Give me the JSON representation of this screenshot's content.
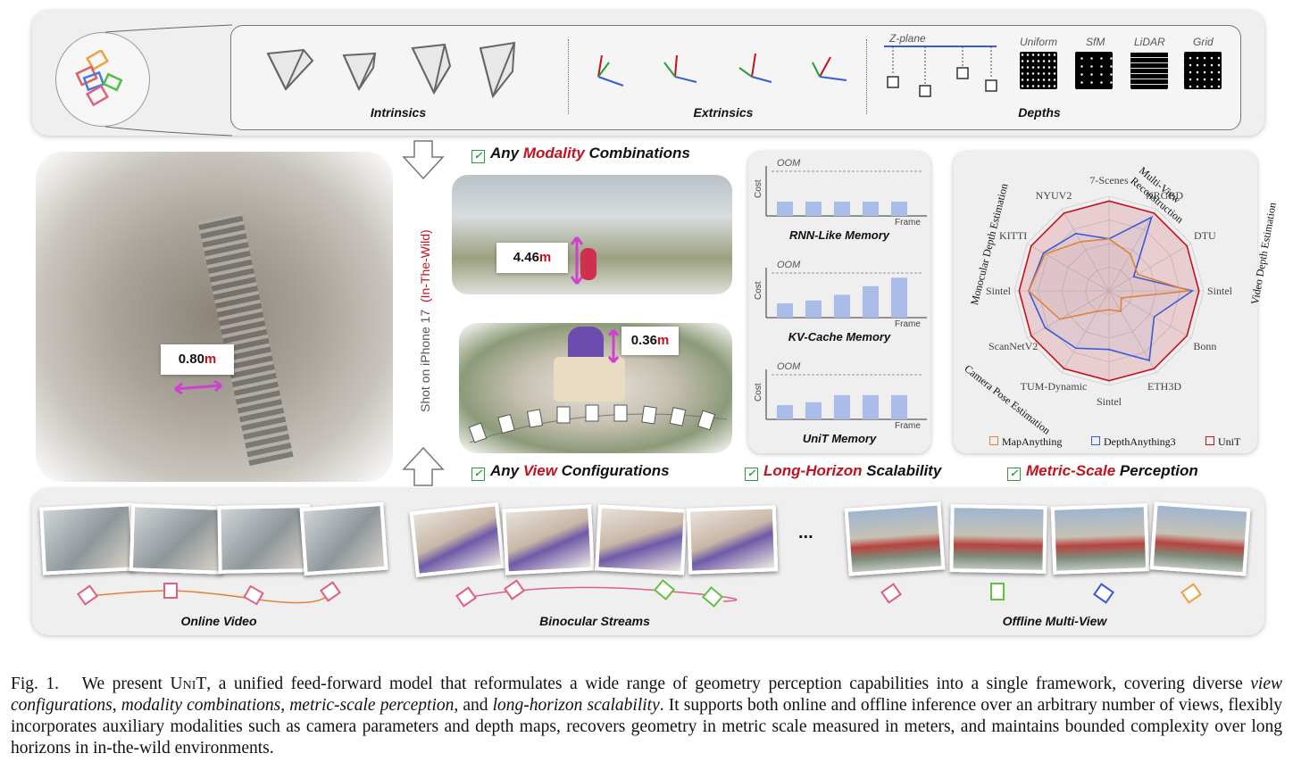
{
  "top_panel": {
    "intrinsics_label": "Intrinsics",
    "extrinsics_label": "Extrinsics",
    "depths_label": "Depths",
    "zplane_label": "Z-plane",
    "depth_types": [
      "Uniform",
      "SfM",
      "LiDAR",
      "Grid"
    ]
  },
  "middle": {
    "shot_label": "Shot on iPhone 17",
    "shot_label_red": "(In-The-Wild)",
    "measure_left": "0.80",
    "measure_top": "4.46",
    "measure_bottom": "0.36",
    "unit": "m",
    "modality_pre": "Any ",
    "modality_red": "Modality",
    "modality_post": " Combinations",
    "view_pre": "Any ",
    "view_red": "View",
    "view_post": " Configurations",
    "long_red": "Long-Horizon",
    "long_post": " Scalability",
    "metric_red": "Metric-Scale",
    "metric_post": " Perception"
  },
  "memory_charts": {
    "oom_label": "OOM",
    "cost_label": "Cost",
    "frame_label": "Frame",
    "charts": [
      {
        "title": "RNN-Like Memory",
        "values": [
          1,
          1,
          1,
          1,
          1
        ]
      },
      {
        "title": "KV-Cache Memory",
        "values": [
          1,
          1.2,
          1.6,
          2.2,
          2.8
        ]
      },
      {
        "title": "UniT Memory",
        "values": [
          1,
          1.2,
          1.7,
          1.7,
          1.7
        ]
      }
    ]
  },
  "chart_data": {
    "type": "radar",
    "axes": [
      "7-Scenes",
      "NRGBD",
      "DTU",
      "Sintel",
      "Bonn",
      "ETH3D",
      "Sintel",
      "TUM-Dynamic",
      "ScanNetV2",
      "Sintel",
      "KITTI",
      "NYUV2"
    ],
    "groups": [
      "Multi-View Reconstruction",
      "Video Depth Estimation",
      "Camera Pose Estimation",
      "Monocular Depth Estimation"
    ],
    "series": [
      {
        "name": "MapAnything",
        "color": "#e0823a",
        "values": [
          0.55,
          0.45,
          0.35,
          0.85,
          0.15,
          0.25,
          0.2,
          0.25,
          0.6,
          0.85,
          0.78,
          0.6
        ]
      },
      {
        "name": "DepthAnything3",
        "color": "#3a5bd6",
        "values": [
          0.55,
          0.9,
          0.3,
          0.88,
          0.55,
          0.85,
          0.62,
          0.7,
          0.78,
          0.85,
          0.8,
          0.7
        ]
      },
      {
        "name": "UniT",
        "color": "#c1121f",
        "values": [
          0.95,
          0.95,
          0.95,
          0.95,
          0.95,
          0.95,
          0.95,
          0.95,
          0.95,
          0.95,
          0.95,
          0.95
        ]
      }
    ]
  },
  "bottom": {
    "online_label": "Online Video",
    "binocular_label": "Binocular Streams",
    "ellipsis": "...",
    "offline_label": "Offline Multi-View"
  },
  "caption": {
    "fig": "Fig. 1.",
    "t1": "We present ",
    "name": "UniT",
    "t2": ", a unified feed-forward model that reformulates a wide range of geometry perception capabilities into a single framework, covering diverse ",
    "i1": "view configurations",
    "t3": ", ",
    "i2": "modality combinations",
    "t4": ", ",
    "i3": "metric-scale perception",
    "t5": ", and ",
    "i4": "long-horizon scalability",
    "t6": ". It supports both online and offline inference over an arbitrary number of views, flexibly incorporates auxiliary modalities such as camera parameters and depth maps, recovers geometry in metric scale measured in meters, and maintains bounded complexity over long horizons in in-the-wild environments."
  }
}
